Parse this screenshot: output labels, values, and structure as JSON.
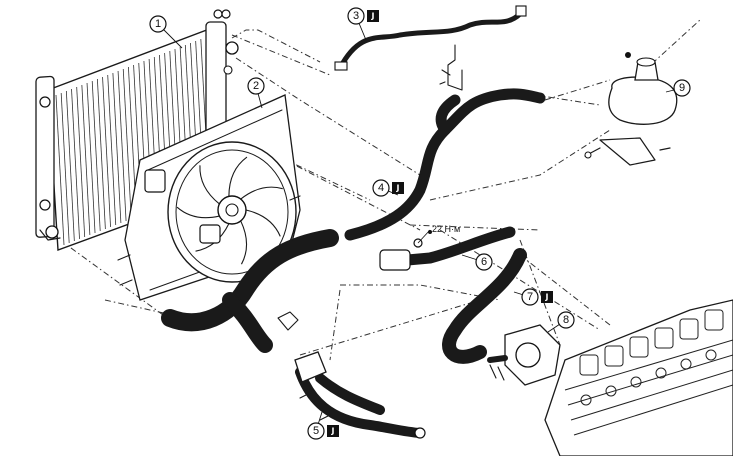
{
  "diagram": {
    "callouts": [
      "1",
      "2",
      "3",
      "4",
      "5",
      "6",
      "7",
      "8",
      "9"
    ],
    "torque_label": "22 Н·м",
    "note_glyph": "J"
  }
}
